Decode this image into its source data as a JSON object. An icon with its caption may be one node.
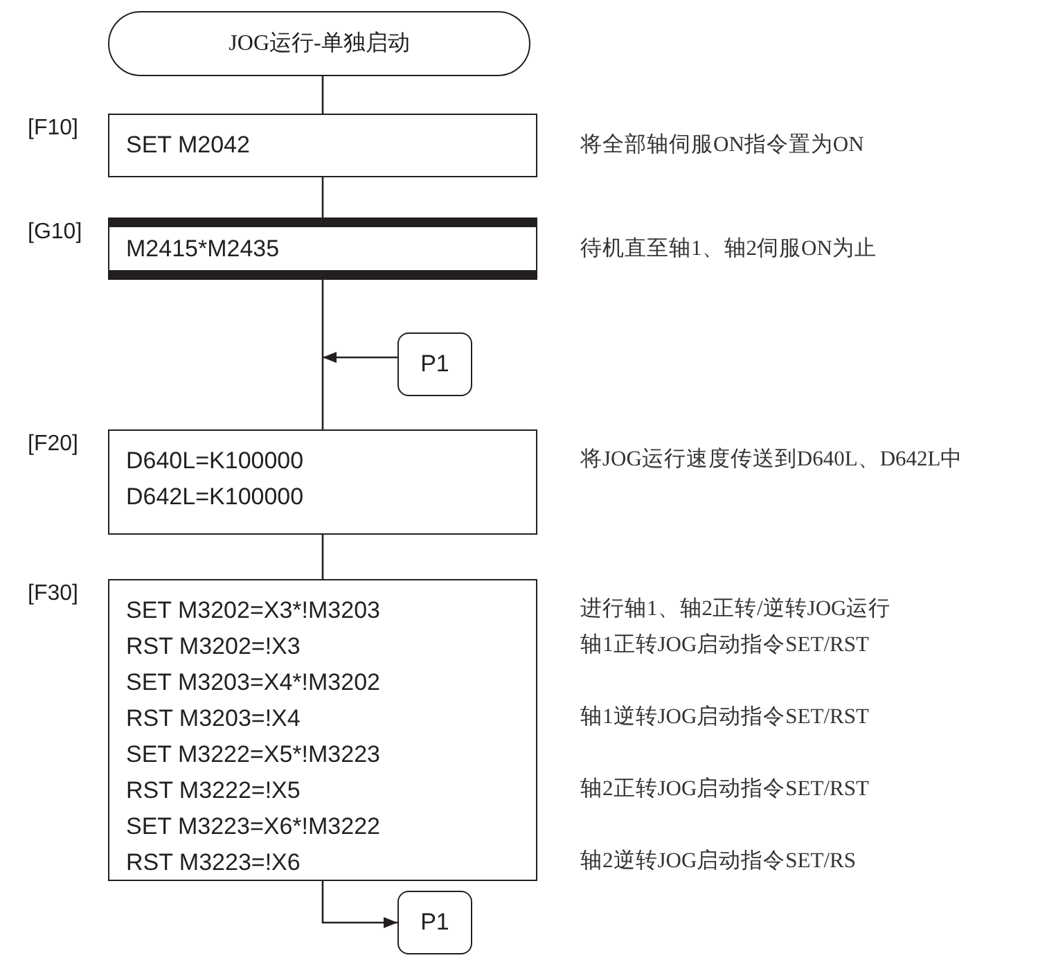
{
  "diagram": {
    "nodes": [
      {
        "text": [
          "JOG运行-单独启动"
        ]
      },
      {
        "text": [
          "SET M2042"
        ],
        "beside": [
          "[F10]",
          "将全部轴伺服ON指令置为ON"
        ]
      },
      {
        "text": [
          "M2415*M2435"
        ],
        "beside": [
          "[G10]",
          "待机直至轴1、轴2伺服ON为止"
        ]
      },
      {
        "text": [
          "P1"
        ]
      },
      {
        "text": [
          "D640L=K100000",
          "D642L=K100000"
        ],
        "beside": [
          "[F20]",
          "将JOG运行速度传送到D640L、D642L中"
        ]
      },
      {
        "text": [
          "SET M3202=X3*!M3203",
          "RST M3202=!X3",
          "SET M3203=X4*!M3202",
          "RST M3203=!X4",
          "SET M3222=X5*!M3223",
          "RST M3222=!X5",
          "SET M3223=X6*!M3222",
          "RST M3223=!X6"
        ],
        "beside": [
          "[F30]",
          "进行轴1、轴2正转/逆转JOG运行",
          "轴1正转JOG启动指令SET/RST",
          "轴1逆转JOG启动指令SET/RST",
          "轴2正转JOG启动指令SET/RST",
          "轴2逆转JOG启动指令SET/RS"
        ]
      },
      {
        "text": [
          "P1"
        ]
      }
    ],
    "edges": [
      {
        "from": 0,
        "to": 1,
        "arrow": "none"
      },
      {
        "from": 1,
        "to": 2,
        "arrow": "none"
      },
      {
        "from": 2,
        "to": 4,
        "arrow": "none"
      },
      {
        "from": 3,
        "to": null,
        "arrow": "to"
      },
      {
        "from": 4,
        "to": 5,
        "arrow": "none"
      },
      {
        "from": 5,
        "to": 6,
        "arrow": "to"
      }
    ]
  }
}
